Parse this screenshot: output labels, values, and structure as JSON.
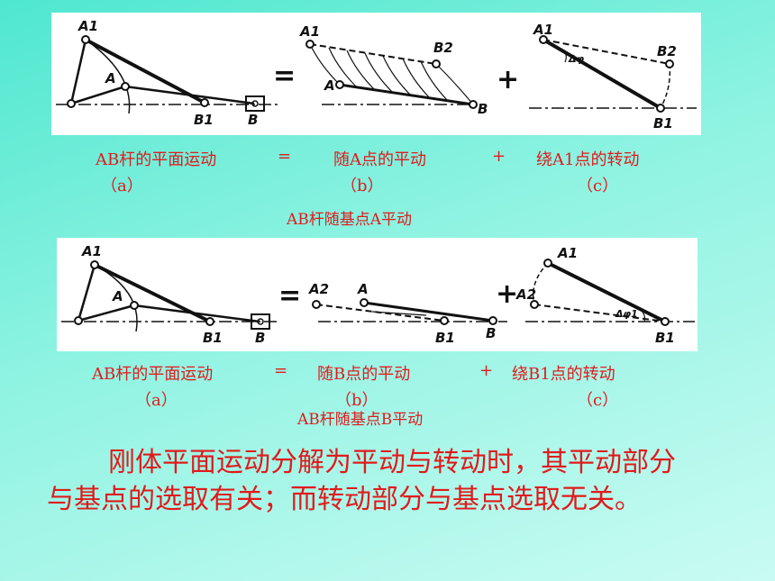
{
  "figure1": {
    "labels": {
      "a1": "A1",
      "a": "A",
      "b1": "B1",
      "b": "B",
      "b2": "B2",
      "angle": "Δφ"
    },
    "eq": "=",
    "plus": "+"
  },
  "caption1": {
    "a_text": "AB杆的平面运动",
    "eq": "=",
    "b_text": "随A点的平动",
    "plus": "+",
    "c_text": "绕A1点的转动",
    "a_tag": "（a）",
    "b_tag": "（b）",
    "c_tag": "（c）",
    "subtitle": "AB杆随基点A平动"
  },
  "figure2": {
    "labels": {
      "a1": "A1",
      "a": "A",
      "a2": "A2",
      "b1": "B1",
      "b": "B",
      "angle": "Δφ1"
    },
    "eq": "=",
    "plus": "+"
  },
  "caption2": {
    "a_text": "AB杆的平面运动",
    "eq": "=",
    "b_text": "随B点的平动",
    "plus": "+",
    "c_text": "绕B1点的转动",
    "a_tag": "（a）",
    "b_tag": "（b）",
    "c_tag": "（c）",
    "subtitle": "AB杆随基点B平动"
  },
  "conclusion": "刚体平面运动分解为平动与转动时，其平动部分与基点的选取有关；而转动部分与基点选取无关。"
}
